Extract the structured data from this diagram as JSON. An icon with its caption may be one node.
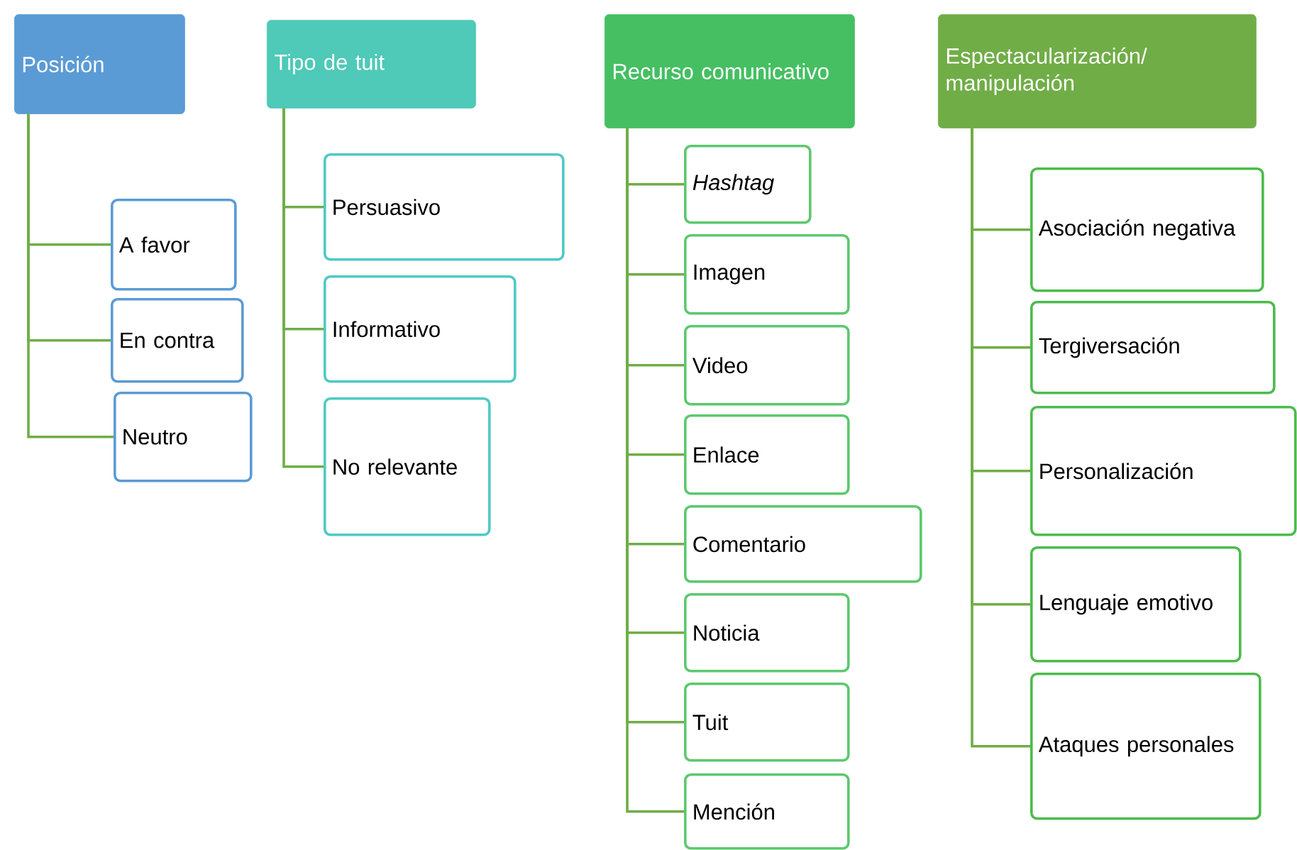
{
  "diagram": {
    "nodes": [
      {
        "text": [
          "Posición"
        ]
      },
      {
        "text": [
          "A favor"
        ]
      },
      {
        "text": [
          "En contra"
        ]
      },
      {
        "text": [
          "Neutro"
        ]
      },
      {
        "text": [
          "Tipo de tuit"
        ]
      },
      {
        "text": [
          "Persuasivo"
        ]
      },
      {
        "text": [
          "Informativo"
        ]
      },
      {
        "text": [
          "No relevante"
        ]
      },
      {
        "text": [
          "Recurso comunicativo"
        ]
      },
      {
        "text": [
          "*Hashtag*"
        ]
      },
      {
        "text": [
          "Imagen"
        ]
      },
      {
        "text": [
          "Video"
        ]
      },
      {
        "text": [
          "Enlace"
        ]
      },
      {
        "text": [
          "Comentario"
        ]
      },
      {
        "text": [
          "Noticia"
        ]
      },
      {
        "text": [
          "Tuit"
        ]
      },
      {
        "text": [
          "Mención"
        ]
      },
      {
        "text": [
          "Espectacularización/ manipulación"
        ]
      },
      {
        "text": [
          "Asociación negativa"
        ]
      },
      {
        "text": [
          "Tergiversación"
        ]
      },
      {
        "text": [
          "Personalización"
        ]
      },
      {
        "text": [
          "Lenguaje emotivo"
        ]
      },
      {
        "text": [
          "Ataques personales"
        ]
      }
    ],
    "edges": [
      {
        "from": 0,
        "to": 1,
        "arrow": "none"
      },
      {
        "from": 0,
        "to": 2,
        "arrow": "none"
      },
      {
        "from": 0,
        "to": 3,
        "arrow": "none"
      },
      {
        "from": 4,
        "to": 5,
        "arrow": "none"
      },
      {
        "from": 4,
        "to": 6,
        "arrow": "none"
      },
      {
        "from": 4,
        "to": 7,
        "arrow": "none"
      },
      {
        "from": 8,
        "to": 9,
        "arrow": "none"
      },
      {
        "from": 8,
        "to": 10,
        "arrow": "none"
      },
      {
        "from": 8,
        "to": 11,
        "arrow": "none"
      },
      {
        "from": 8,
        "to": 12,
        "arrow": "none"
      },
      {
        "from": 8,
        "to": 13,
        "arrow": "none"
      },
      {
        "from": 8,
        "to": 14,
        "arrow": "none"
      },
      {
        "from": 8,
        "to": 15,
        "arrow": "none"
      },
      {
        "from": 8,
        "to": 16,
        "arrow": "none"
      },
      {
        "from": 17,
        "to": 18,
        "arrow": "none"
      },
      {
        "from": 17,
        "to": 19,
        "arrow": "none"
      },
      {
        "from": 17,
        "to": 20,
        "arrow": "none"
      },
      {
        "from": 17,
        "to": 21,
        "arrow": "none"
      },
      {
        "from": 17,
        "to": 22,
        "arrow": "none"
      }
    ]
  }
}
